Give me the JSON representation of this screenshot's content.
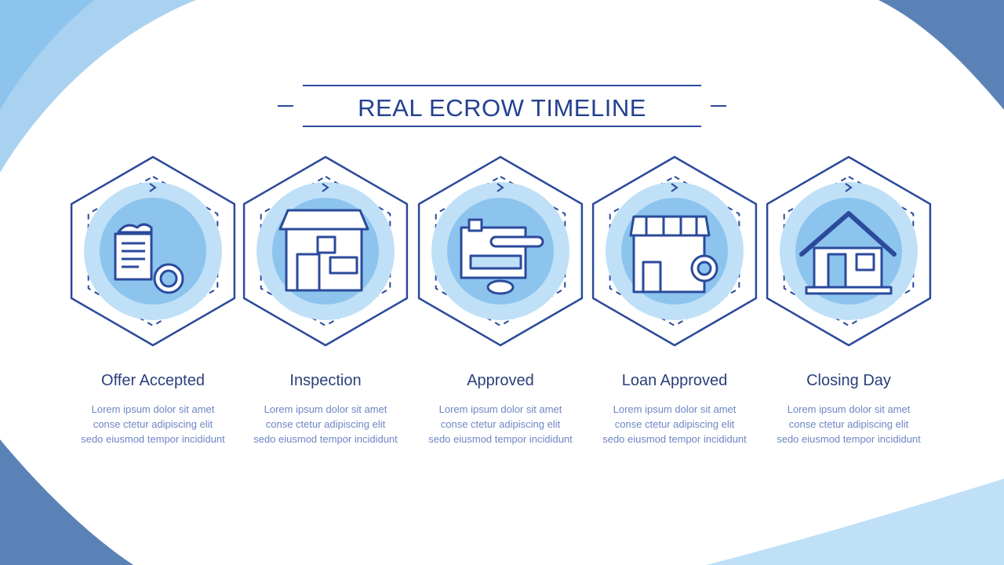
{
  "title": "REAL ECROW TIMELINE",
  "colors": {
    "accent": "#2b4a9c",
    "light_blue": "#bfe0f7",
    "mid_blue": "#8cc4ee",
    "bg_blue": "#5b82b6"
  },
  "steps": [
    {
      "label": "Offer Accepted",
      "icon": "document-seal-icon",
      "desc": [
        "Lorem ipsum dolor sit amet",
        "conse ctetur adipiscing elit",
        "sedo eiusmod tempor incididunt"
      ]
    },
    {
      "label": "Inspection",
      "icon": "building-inspection-icon",
      "desc": [
        "Lorem ipsum dolor sit amet",
        "conse ctetur adipiscing elit",
        "sedo eiusmod tempor incididunt"
      ]
    },
    {
      "label": "Approved",
      "icon": "approval-form-icon",
      "desc": [
        "Lorem ipsum dolor sit amet",
        "conse ctetur adipiscing elit",
        "sedo eiusmod tempor incididunt"
      ]
    },
    {
      "label": "Loan Approved",
      "icon": "storefront-coin-icon",
      "desc": [
        "Lorem ipsum dolor sit amet",
        "conse ctetur adipiscing elit",
        "sedo eiusmod tempor incididunt"
      ]
    },
    {
      "label": "Closing Day",
      "icon": "house-icon",
      "desc": [
        "Lorem ipsum dolor sit amet",
        "conse ctetur adipiscing elit",
        "sedo eiusmod tempor incididunt"
      ]
    }
  ]
}
